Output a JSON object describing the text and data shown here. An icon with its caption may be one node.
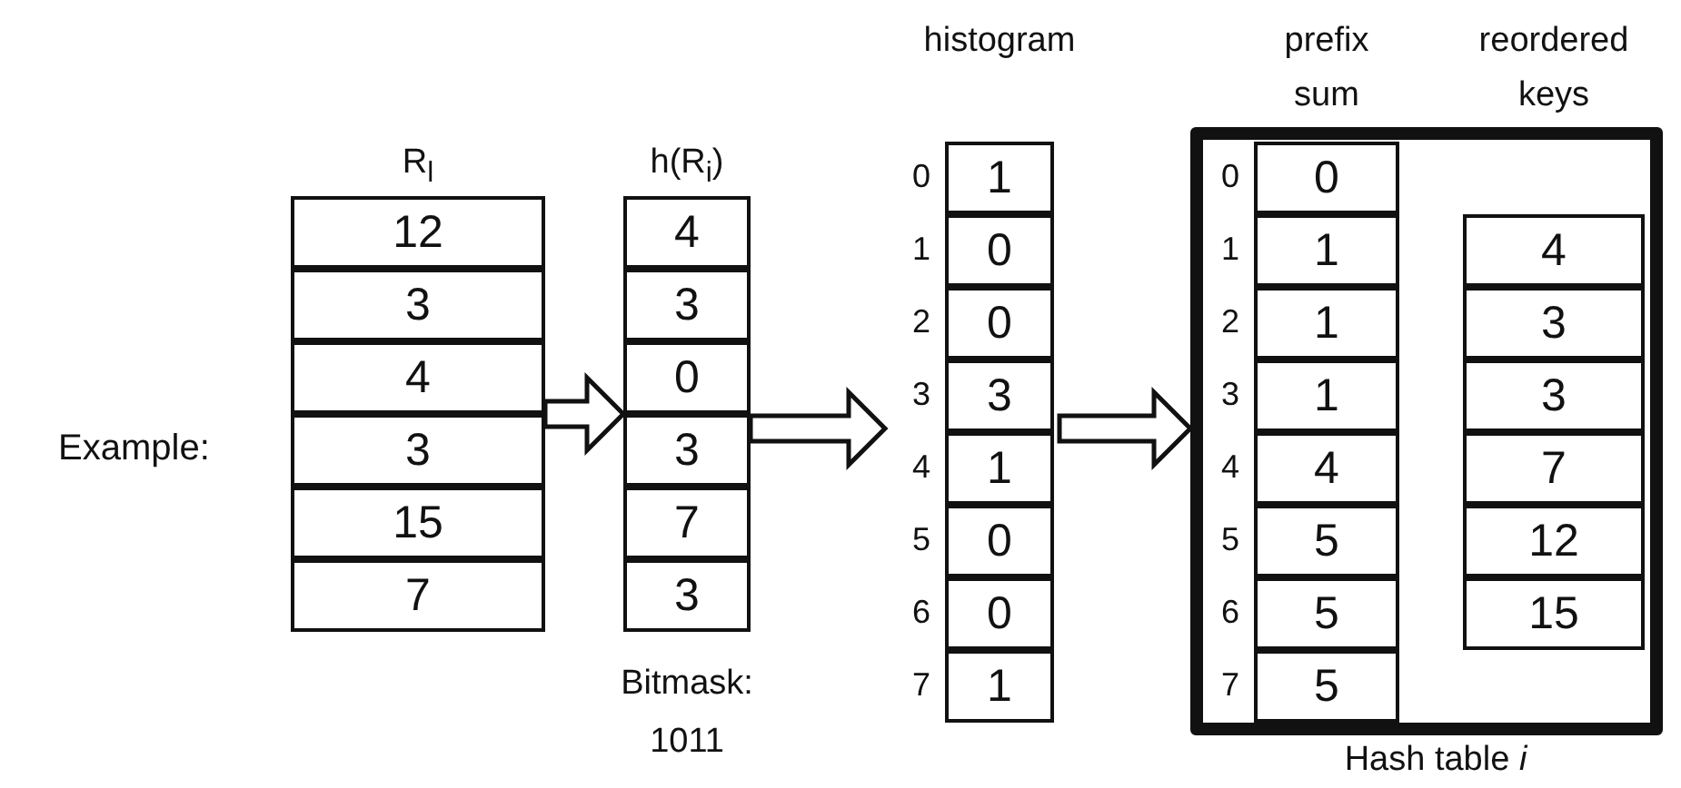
{
  "diagram": {
    "nodes": [
      {
        "text": [
          "R$_{l}$"
        ]
      },
      {
        "text": [
          "12"
        ],
        "in": 0
      },
      {
        "text": [
          "3"
        ],
        "in": 0
      },
      {
        "text": [
          "4"
        ],
        "in": 0
      },
      {
        "text": [
          "3"
        ],
        "in": 0
      },
      {
        "text": [
          "15"
        ],
        "in": 0
      },
      {
        "text": [
          "7"
        ],
        "in": 0
      },
      {
        "text": [
          "h(R$_{i}$)"
        ],
        "beside": [
          "Bitmask: 1011"
        ]
      },
      {
        "text": [
          "4"
        ],
        "in": 7
      },
      {
        "text": [
          "3"
        ],
        "in": 7
      },
      {
        "text": [
          "0"
        ],
        "in": 7
      },
      {
        "text": [
          "3"
        ],
        "in": 7
      },
      {
        "text": [
          "7"
        ],
        "in": 7
      },
      {
        "text": [
          "3"
        ],
        "in": 7
      },
      {
        "text": [
          "histogram"
        ]
      },
      {
        "text": [
          "1"
        ],
        "in": 14,
        "beside": [
          "0"
        ]
      },
      {
        "text": [
          "0"
        ],
        "in": 14,
        "beside": [
          "1"
        ]
      },
      {
        "text": [
          "0"
        ],
        "in": 14,
        "beside": [
          "2"
        ]
      },
      {
        "text": [
          "3"
        ],
        "in": 14,
        "beside": [
          "3"
        ]
      },
      {
        "text": [
          "1"
        ],
        "in": 14,
        "beside": [
          "4"
        ]
      },
      {
        "text": [
          "0"
        ],
        "in": 14,
        "beside": [
          "5"
        ]
      },
      {
        "text": [
          "0"
        ],
        "in": 14,
        "beside": [
          "6"
        ]
      },
      {
        "text": [
          "1"
        ],
        "in": 14,
        "beside": [
          "7"
        ]
      },
      {
        "text": [
          "Hash table *i*"
        ]
      },
      {
        "text": [
          "prefix sum"
        ],
        "in": 23
      },
      {
        "text": [
          "0"
        ],
        "in": 24,
        "beside": [
          "0"
        ]
      },
      {
        "text": [
          "1"
        ],
        "in": 24,
        "beside": [
          "1"
        ]
      },
      {
        "text": [
          "1"
        ],
        "in": 24,
        "beside": [
          "2"
        ]
      },
      {
        "text": [
          "1"
        ],
        "in": 24,
        "beside": [
          "3"
        ]
      },
      {
        "text": [
          "4"
        ],
        "in": 24,
        "beside": [
          "4"
        ]
      },
      {
        "text": [
          "5"
        ],
        "in": 24,
        "beside": [
          "5"
        ]
      },
      {
        "text": [
          "5"
        ],
        "in": 24,
        "beside": [
          "6"
        ]
      },
      {
        "text": [
          "5"
        ],
        "in": 24,
        "beside": [
          "7"
        ]
      },
      {
        "text": [
          "reordered keys"
        ],
        "in": 23
      },
      {
        "text": [
          "4"
        ],
        "in": 33
      },
      {
        "text": [
          "3"
        ],
        "in": 33
      },
      {
        "text": [
          "3"
        ],
        "in": 33
      },
      {
        "text": [
          "7"
        ],
        "in": 33
      },
      {
        "text": [
          "12"
        ],
        "in": 33
      },
      {
        "text": [
          "15"
        ],
        "in": 33
      }
    ],
    "edges": [
      {
        "from": 0,
        "to": 7,
        "arrow": "to"
      },
      {
        "from": 7,
        "to": 14,
        "arrow": "to"
      },
      {
        "from": 14,
        "to": 23,
        "arrow": "to"
      }
    ],
    "labels": [
      "Example:"
    ]
  }
}
